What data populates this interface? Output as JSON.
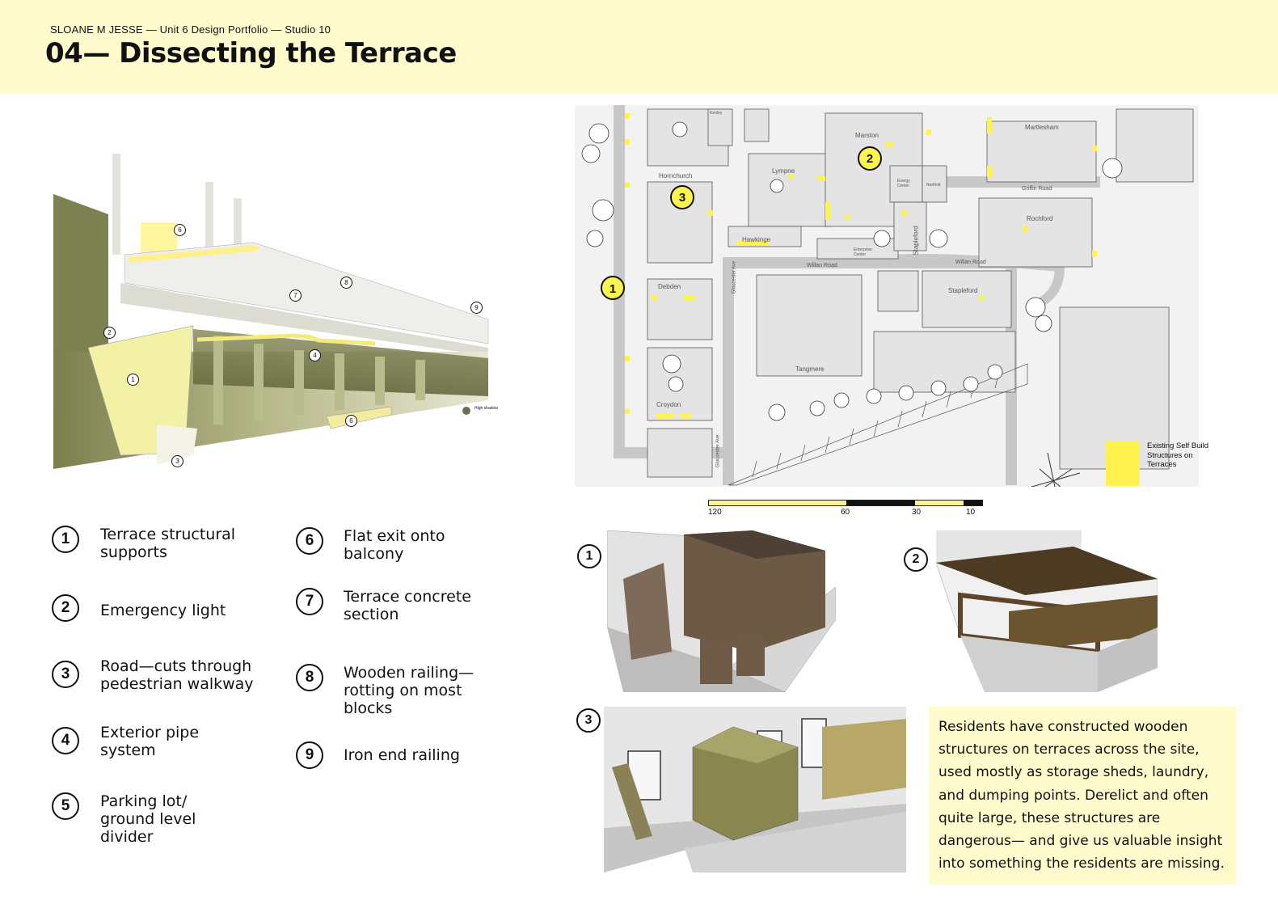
{
  "header": {
    "subtitle": "SLOANE M JESSE — Unit 6 Design Portfolio — Studio 10",
    "title": "04— Dissecting the Terrace"
  },
  "section_drawing": {
    "callouts": [
      "1",
      "2",
      "3",
      "4",
      "6",
      "6",
      "7",
      "8",
      "9"
    ],
    "shadow_legend": "High shadow"
  },
  "legend": {
    "items": [
      {
        "num": "1",
        "label": "Terrace structural supports"
      },
      {
        "num": "2",
        "label": "Emergency light"
      },
      {
        "num": "3",
        "label": "Road—cuts through pedestrian walkway"
      },
      {
        "num": "4",
        "label": "Exterior pipe system"
      },
      {
        "num": "5",
        "label": "Parking lot/ ground level divider"
      },
      {
        "num": "6",
        "label": "Flat exit onto balcony"
      },
      {
        "num": "7",
        "label": "Terrace concrete section"
      },
      {
        "num": "8",
        "label": "Wooden railing— rotting on most blocks"
      },
      {
        "num": "9",
        "label": "Iron end railing"
      }
    ]
  },
  "map": {
    "labels": [
      "Marston",
      "Martlesham",
      "Hornchurch",
      "Lympne",
      "Energy Center",
      "Northolt",
      "Griffin Road",
      "Rochford",
      "Hawkinge",
      "Enterprise Center",
      "Stapleford",
      "Willan Road",
      "Willan Road",
      "Stapleford",
      "Debden",
      "Tangmere",
      "Croydon",
      "Gloucester Ave",
      "Gloucester Ave",
      "Kenley"
    ],
    "markers": [
      "1",
      "2",
      "3"
    ],
    "accent_color": "#fff44f",
    "legend_text": "Existing Self Build Structures on Terraces",
    "scale_labels": [
      "120",
      "60",
      "30",
      "10"
    ]
  },
  "thumbnails": {
    "nums": [
      "1",
      "2",
      "3"
    ]
  },
  "description": "Residents have constructed wooden structures on terraces across the site, used mostly as storage sheds, laundry, and dumping points. Derelict and often quite large, these structures are dangerous— and give us valuable insight into something the residents are missing."
}
